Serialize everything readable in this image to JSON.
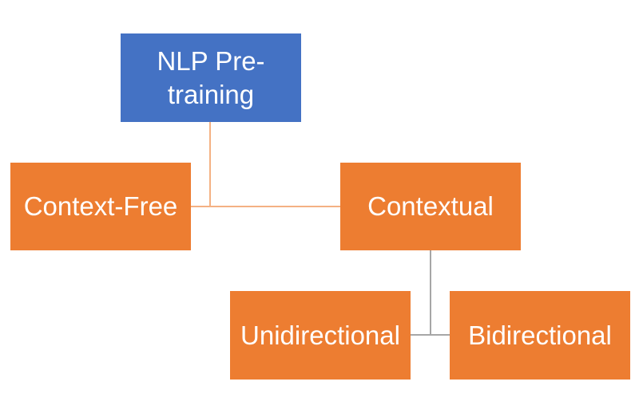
{
  "diagram": {
    "nodes": {
      "root": {
        "label": "NLP Pre-training"
      },
      "context_free": {
        "label": "Context-Free"
      },
      "contextual": {
        "label": "Contextual"
      },
      "unidirectional": {
        "label": "Unidirectional"
      },
      "bidirectional": {
        "label": "Bidirectional"
      }
    },
    "edges": [
      {
        "from": "root",
        "to": "context_free"
      },
      {
        "from": "root",
        "to": "contextual"
      },
      {
        "from": "contextual",
        "to": "unidirectional"
      },
      {
        "from": "contextual",
        "to": "bidirectional"
      }
    ],
    "colors": {
      "root_fill": "#4472c4",
      "node_fill": "#ed7d31",
      "connector": "#f4b183",
      "connector_lower": "#a6a6a6",
      "text": "#ffffff"
    }
  }
}
